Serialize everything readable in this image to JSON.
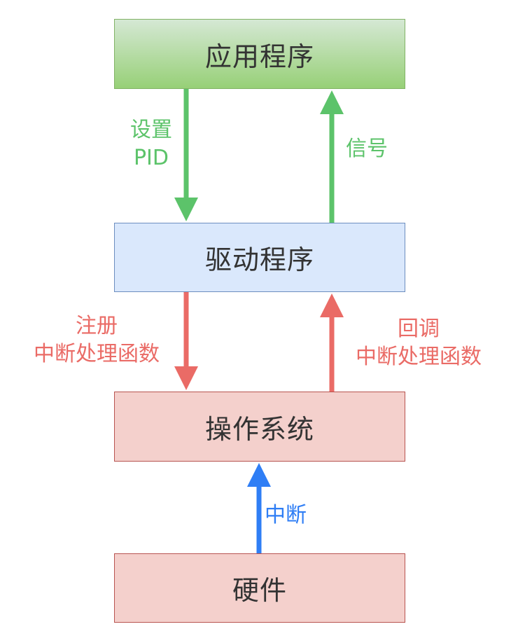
{
  "nodes": {
    "app": "应用程序",
    "driver": "驱动程序",
    "os": "操作系统",
    "hardware": "硬件"
  },
  "edges": {
    "set_pid": {
      "line1": "设置",
      "line2": "PID"
    },
    "signal": {
      "line1": "信号"
    },
    "register": {
      "line1": "注册",
      "line2": "中断处理函数"
    },
    "callback": {
      "line1": "回调",
      "line2": "中断处理函数"
    },
    "interrupt": {
      "line1": "中断"
    }
  },
  "colors": {
    "green": "#5cc36a",
    "red": "#ea6b66",
    "blue": "#2f7ef5"
  }
}
